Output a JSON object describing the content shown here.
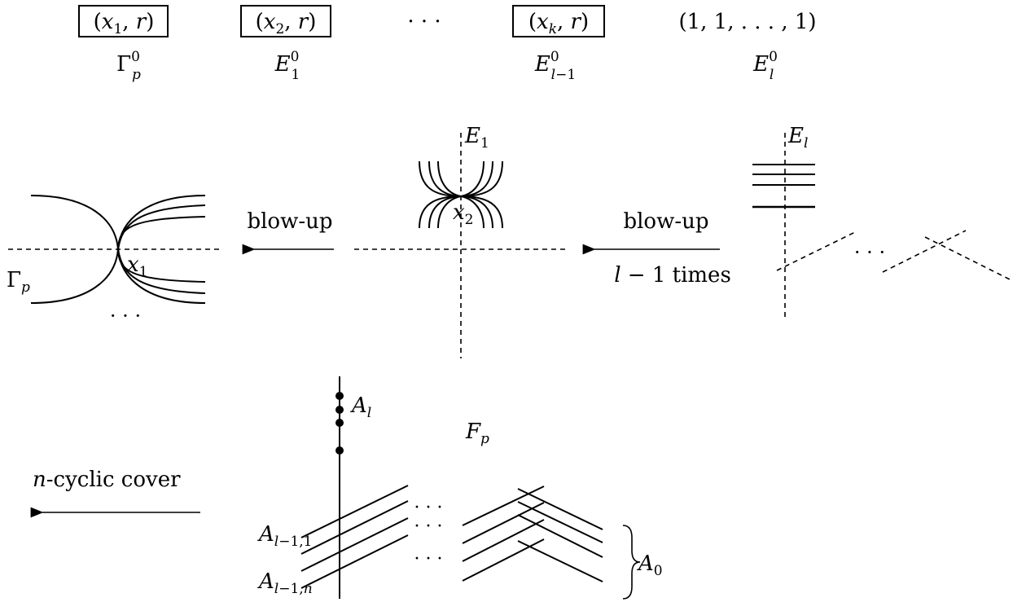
{
  "top_row": {
    "boxes": [
      "(x1, r)",
      "(x2, r)",
      "(xk, r)"
    ],
    "ellipsis": "· · ·",
    "last_tuple": "(1, 1, . . . , 1)",
    "labels": [
      "Γp0",
      "E10",
      "El−10",
      "El0"
    ]
  },
  "middle_row": {
    "left": {
      "curve_label": "Γp",
      "point_label": "x1",
      "dots": "· · ·"
    },
    "arrow1": {
      "label": "blow-up"
    },
    "center": {
      "axis_label": "E1",
      "point_label": "x2"
    },
    "arrow2": {
      "label": "blow-up",
      "sublabel": "l − 1 times"
    },
    "right": {
      "axis_label": "El",
      "dots": "· · ·"
    }
  },
  "bottom_row": {
    "arrow": {
      "label": "n-cyclic cover"
    },
    "fiber_label": "Fp",
    "component_labels": [
      "Al",
      "Al−1,1",
      "Al−1,n",
      "A0"
    ],
    "dots": [
      "· · ·",
      "· · ·",
      "· · ·"
    ]
  }
}
